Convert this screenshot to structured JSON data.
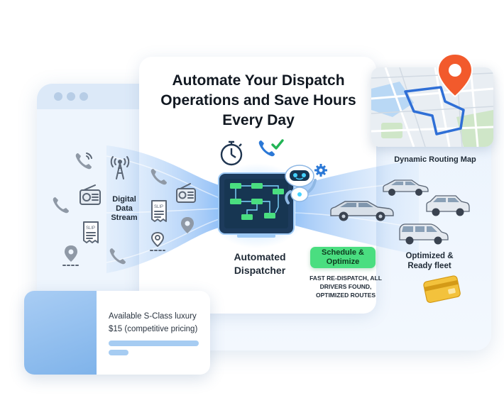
{
  "headline": "Automate Your Dispatch Operations and Save Hours Every Day",
  "labels": {
    "digital_data_stream": "Digital Data Stream",
    "automated_dispatcher": "Automated Dispatcher",
    "dynamic_routing_map": "Dynamic Routing Map",
    "optimized_fleet": "Optimized & Ready fleet"
  },
  "schedule_button": "Schedule & Optimize",
  "fast_note": "FAST RE-DISPATCH, ALL DRIVERS FOUND, OPTIMIZED ROUTES",
  "offer": {
    "title": "Available S-Class luxury",
    "price": "$15 (competitive pricing)"
  },
  "icons": {
    "left_inputs": [
      "phone-icon",
      "radio-tower-icon",
      "phone-icon",
      "radio-icon",
      "receipt-icon",
      "location-pin-icon",
      "phone-icon"
    ],
    "mid_inputs": [
      "phone-icon",
      "radio-icon",
      "receipt-icon",
      "location-pin-icon",
      "location-pin-icon"
    ],
    "dispatcher": [
      "stopwatch-icon",
      "phone-check-icon",
      "robot-icon",
      "gear-icon",
      "tablet-flowchart-icon"
    ],
    "fleet": [
      "car-icon",
      "car-icon",
      "suv-icon",
      "van-icon",
      "car-icon"
    ],
    "other": [
      "map-pin-icon",
      "payment-card-icon",
      "sparkle-icon"
    ]
  },
  "colors": {
    "accent_blue": "#3b82f6",
    "panel_blue": "#eaf3fd",
    "schedule_green": "#4ade80",
    "flowchart_green": "#4ade80",
    "map_pin_orange": "#f25a2c",
    "route_blue": "#2f6fd6",
    "card_gold": "#f3c23c"
  }
}
